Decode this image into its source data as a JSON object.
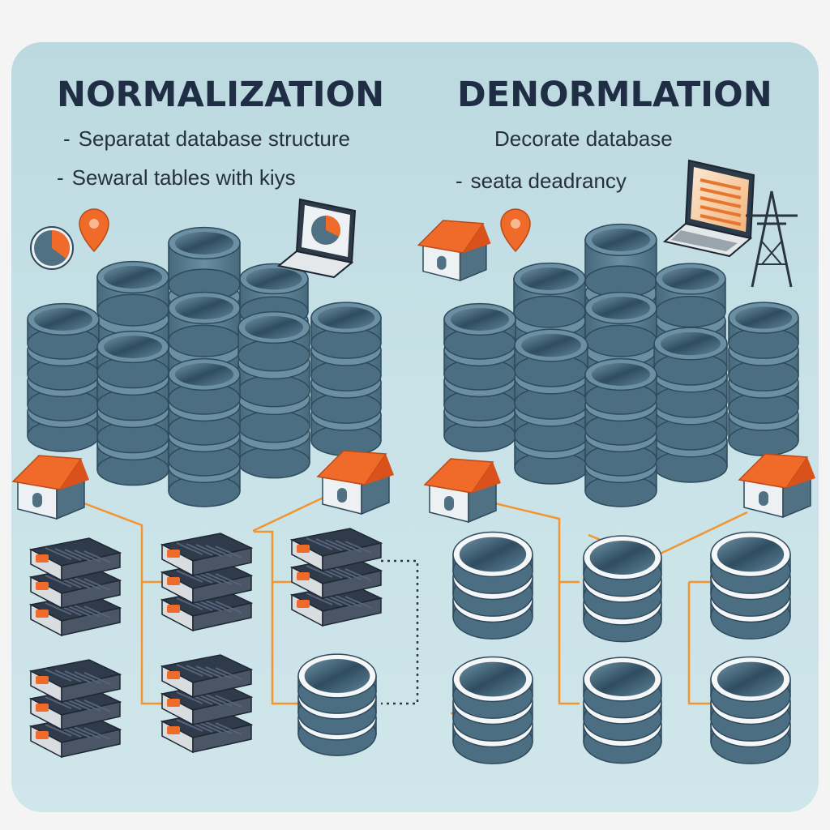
{
  "left": {
    "title": "NORMALIZATION",
    "bullets": [
      "Separatat database structure",
      "Sewaral tables with kiys"
    ]
  },
  "right": {
    "title": "DENORMLATION",
    "bullets": [
      "Decorate database",
      "seata deadrancy"
    ]
  },
  "colors": {
    "panel": "#c8e2e7",
    "title": "#1f2d45",
    "db_body": "#55798c",
    "db_top": "#3f6275",
    "accent_orange": "#f06a2a",
    "connector": "#f2952f",
    "server_dark": "#34404f"
  },
  "icons": [
    "database-icon",
    "house-icon",
    "laptop-icon",
    "server-icon",
    "pie-chart-icon",
    "location-pin-icon",
    "transmission-tower-icon"
  ]
}
